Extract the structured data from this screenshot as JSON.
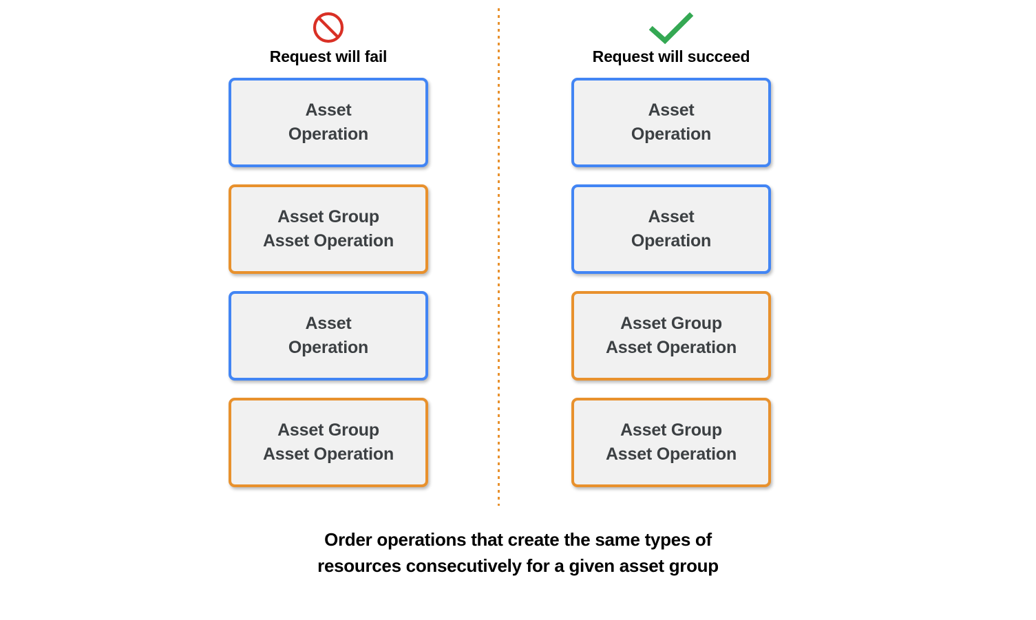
{
  "diagram": {
    "columns": [
      {
        "id": "fail",
        "icon": "prohibition-icon",
        "icon_color": "#D93025",
        "title": "Request will fail",
        "boxes": [
          {
            "label": "Asset\nOperation",
            "color": "blue",
            "border_color": "#4285F4"
          },
          {
            "label": "Asset Group\nAsset Operation",
            "color": "orange",
            "border_color": "#E8912D"
          },
          {
            "label": "Asset\nOperation",
            "color": "blue",
            "border_color": "#4285F4"
          },
          {
            "label": "Asset Group\nAsset Operation",
            "color": "orange",
            "border_color": "#E8912D"
          }
        ]
      },
      {
        "id": "succeed",
        "icon": "check-icon",
        "icon_color": "#34A853",
        "title": "Request will succeed",
        "boxes": [
          {
            "label": "Asset\nOperation",
            "color": "blue",
            "border_color": "#4285F4"
          },
          {
            "label": "Asset\nOperation",
            "color": "blue",
            "border_color": "#4285F4"
          },
          {
            "label": "Asset Group\nAsset Operation",
            "color": "orange",
            "border_color": "#E8912D"
          },
          {
            "label": "Asset Group\nAsset Operation",
            "color": "orange",
            "border_color": "#E8912D"
          }
        ]
      }
    ],
    "divider": {
      "style": "dotted",
      "color": "#E8912D",
      "orientation": "vertical"
    },
    "caption": {
      "line1": "Order operations that create the same types of",
      "line2": "resources consecutively for a given asset group"
    },
    "colors": {
      "box_fill": "#f1f1f1",
      "box_text": "#3c4043",
      "blue_border": "#4285F4",
      "orange_border": "#E8912D",
      "fail_icon": "#D93025",
      "succeed_icon": "#34A853",
      "background": "#ffffff"
    }
  }
}
